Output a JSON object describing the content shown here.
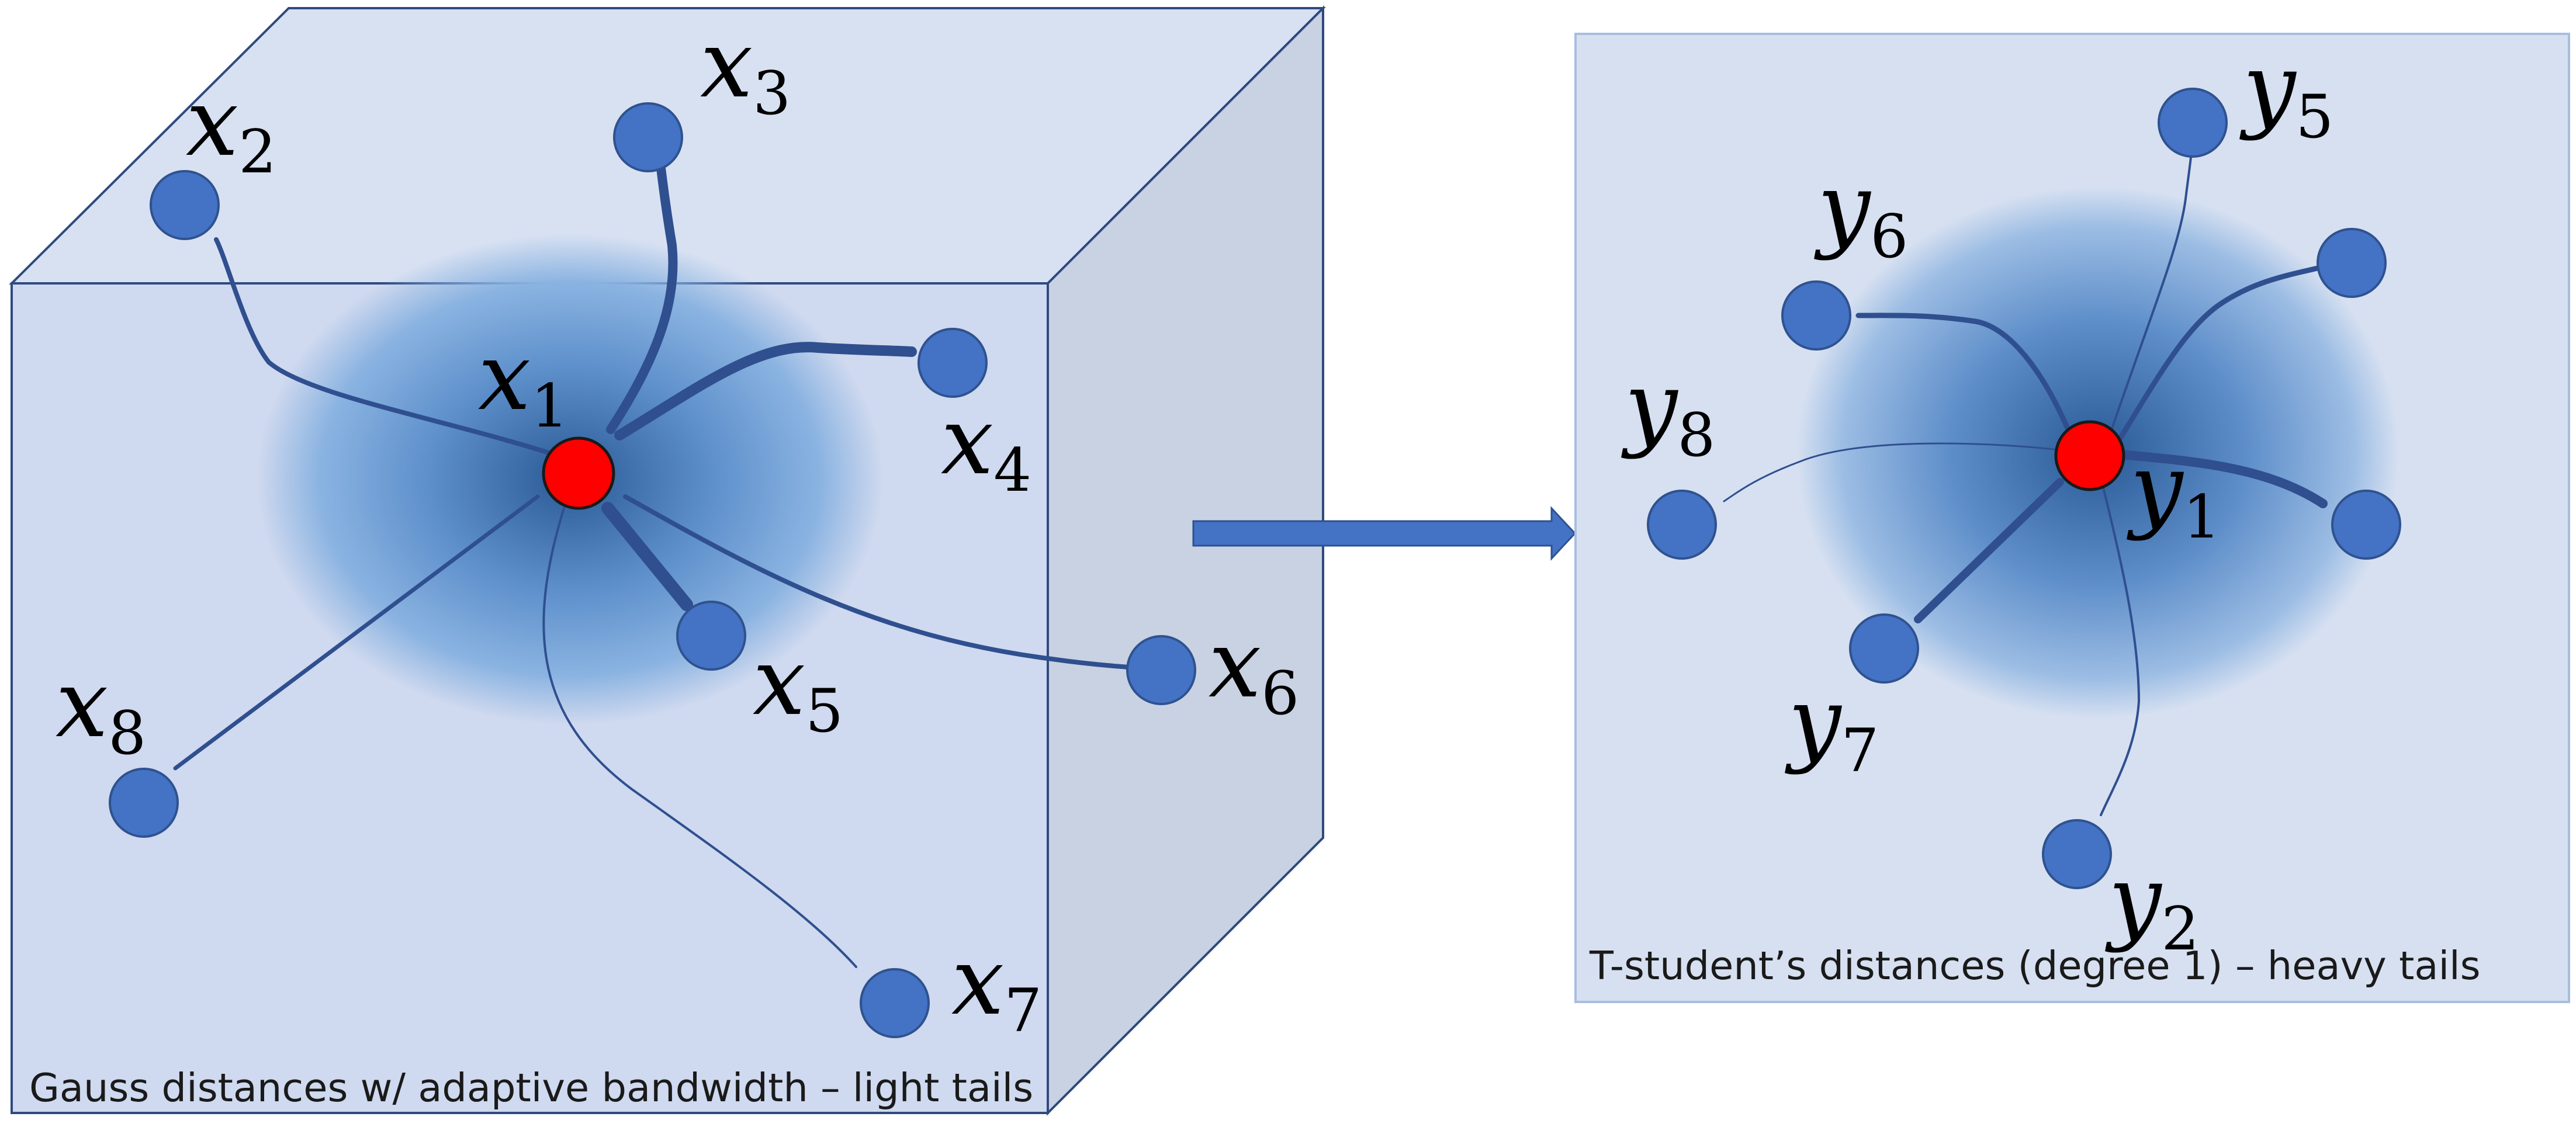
{
  "colors": {
    "box_front": "#cfd9ef",
    "box_top": "#d8e1f2",
    "box_side": "#c8d2e3",
    "box_edge": "#2f4a80",
    "cloud_core": "#2f5f9a",
    "cloud_edge": "#8cb4e0",
    "node": "#4472c4",
    "node_edge": "#2f528f",
    "center_node": "#ff0000",
    "edge_line": "#2f4f8f",
    "arrow": "#4472c4",
    "panel": "#d6e0f1",
    "panel_edge": "#a9bde0"
  },
  "left": {
    "caption": "Gauss distances w/ adaptive bandwidth – light tails",
    "center": {
      "sym": "x",
      "sub": "1"
    },
    "nodes": [
      {
        "sym": "x",
        "sub": "2"
      },
      {
        "sym": "x",
        "sub": "3"
      },
      {
        "sym": "x",
        "sub": "4"
      },
      {
        "sym": "x",
        "sub": "5"
      },
      {
        "sym": "x",
        "sub": "6"
      },
      {
        "sym": "x",
        "sub": "7"
      },
      {
        "sym": "x",
        "sub": "8"
      }
    ]
  },
  "right": {
    "caption": "T-student’s distances (degree 1) – heavy tails",
    "center": {
      "sym": "y",
      "sub": "1"
    },
    "nodes": [
      {
        "sym": "y",
        "sub": "2"
      },
      {
        "sym": "y",
        "sub": "5"
      },
      {
        "sym": "y",
        "sub": "6"
      },
      {
        "sym": "y",
        "sub": "7"
      },
      {
        "sym": "y",
        "sub": "8"
      }
    ]
  }
}
